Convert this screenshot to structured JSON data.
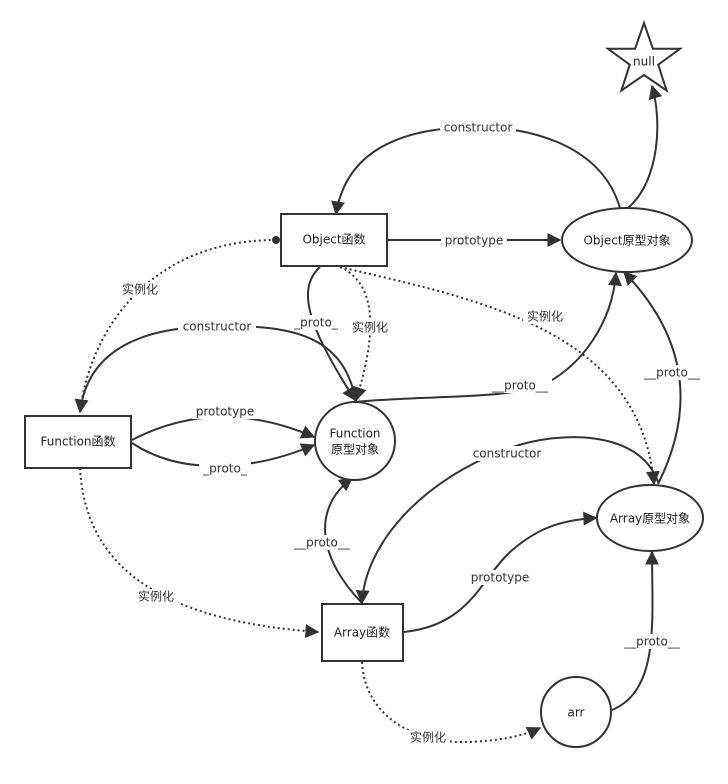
{
  "colors": {
    "stroke": "#333333",
    "text": "#222222",
    "background": "#ffffff"
  },
  "nodes": {
    "null": "null",
    "object_fn": "Object函数",
    "object_proto": "Object原型对象",
    "function_fn": "Function函数",
    "function_proto_line1": "Function",
    "function_proto_line2": "原型对象",
    "array_proto": "Array原型对象",
    "array_fn": "Array函数",
    "arr": "arr"
  },
  "edge_labels": {
    "constructor": "constructor",
    "prototype": "prototype",
    "proto_double": "__proto__",
    "proto_short": "_proto_",
    "proto_object_fn": "_proto_",
    "instantiate": "实例化"
  }
}
